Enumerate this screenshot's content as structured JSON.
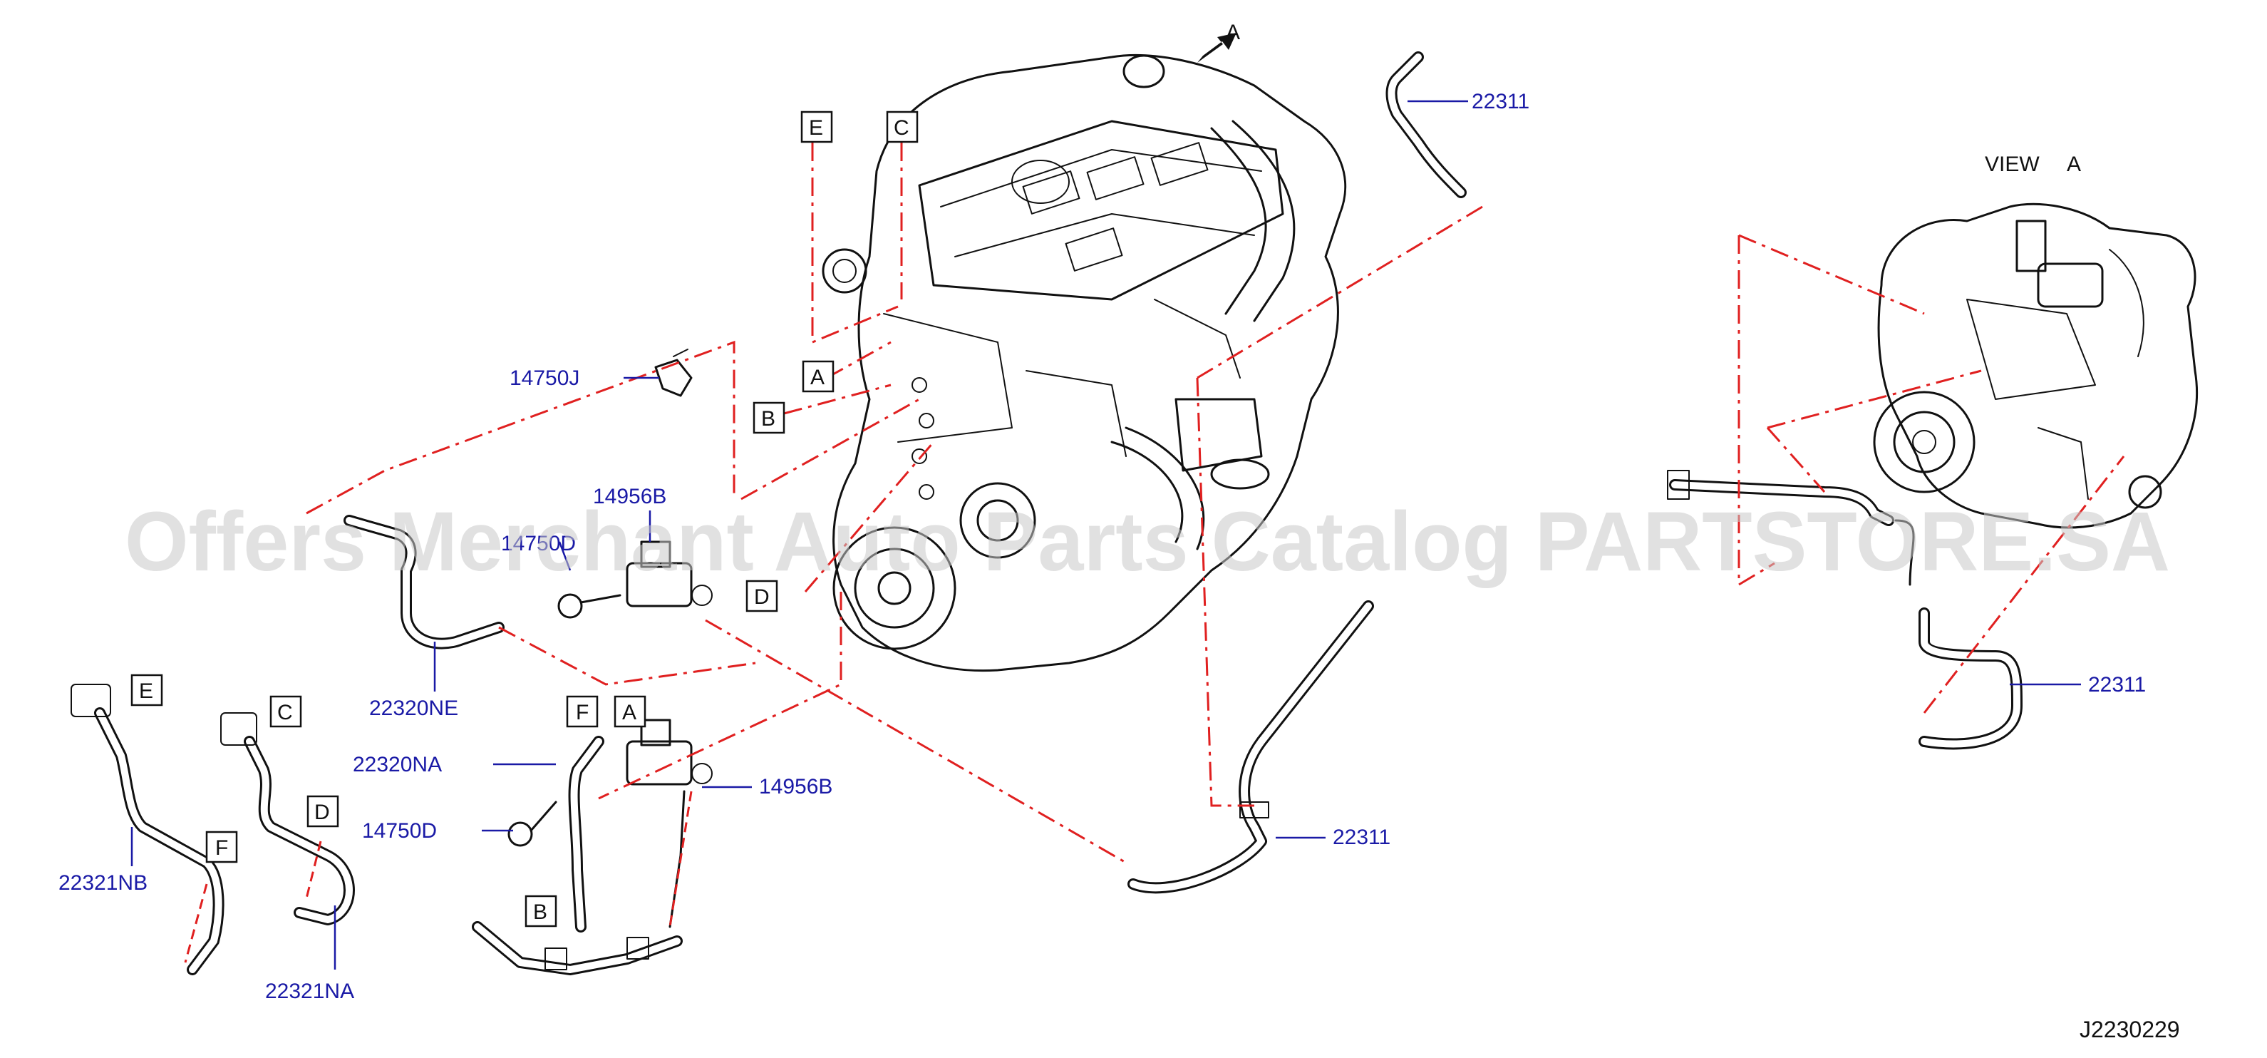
{
  "parts": {
    "p22311_top": "22311",
    "p14750J": "14750J",
    "p14956B_upper": "14956B",
    "p14750D_upper": "14750D",
    "p22320NE": "22320NE",
    "p22320NA": "22320NA",
    "p14956B_lower": "14956B",
    "p14750D_lower": "14750D",
    "p22311_mid": "22311",
    "p22321NB": "22321NB",
    "p22321NA": "22321NA",
    "p22311_right": "22311"
  },
  "refs": {
    "A_arrow": "A",
    "E_top": "E",
    "C_top": "C",
    "A_engine": "A",
    "B_engine": "B",
    "D_engine": "D",
    "F_lower": "F",
    "A_lower": "A",
    "B_lower": "B",
    "E_left": "E",
    "C_left": "C",
    "F_left": "F",
    "D_left": "D"
  },
  "view": {
    "word": "VIEW",
    "letter": "A"
  },
  "diagram_code": "J2230229",
  "watermark": "Offers Merchant Auto Parts Catalog PARTSTORE.SA",
  "colors": {
    "part_number": "#1a1aa6",
    "callout_dash": "#e02020",
    "linework": "#111111"
  }
}
